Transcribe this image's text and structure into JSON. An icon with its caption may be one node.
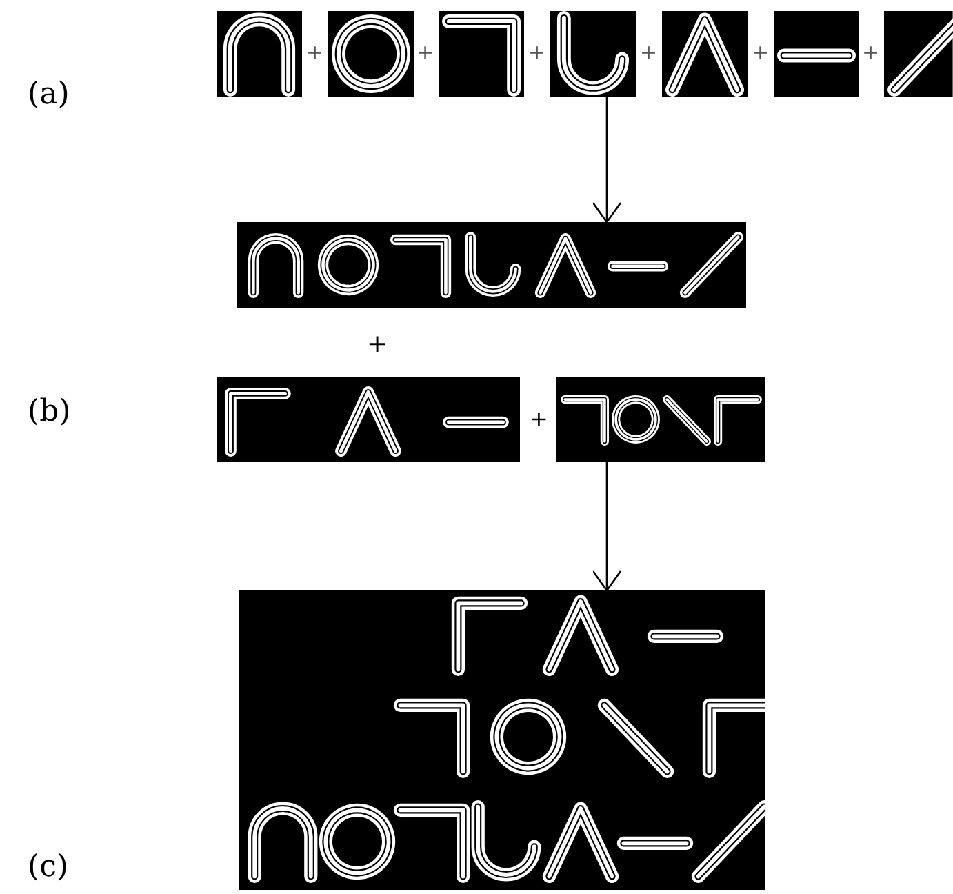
{
  "diagram": {
    "nodes": [
      {
        "text": [],
        "shape": "box"
      },
      {
        "text": [],
        "shape": "box"
      },
      {
        "text": [],
        "shape": "box"
      },
      {
        "text": [],
        "shape": "box"
      },
      {
        "text": [],
        "shape": "box"
      }
    ],
    "edges": [
      {
        "from": 0,
        "to": 1,
        "arrow": "to"
      },
      {
        "from": 3,
        "to": 4,
        "arrow": "to"
      }
    ],
    "labels": [
      "(a)",
      "+",
      "+",
      "+",
      "+",
      "+",
      "+",
      "+",
      "(b)",
      "+",
      "(c)"
    ]
  }
}
